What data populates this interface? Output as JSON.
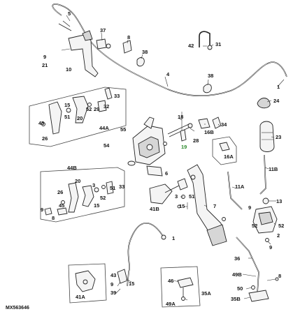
{
  "diagram": {
    "figure_id": "MX563646",
    "callouts": {
      "c1": "1",
      "c2": "2",
      "c3": "3",
      "c4": "4",
      "c5": "5",
      "c6": "6",
      "c7": "7",
      "c8": "8",
      "c9a": "9",
      "c9b": "9",
      "c10": "10",
      "c11b": "11B",
      "c11a": "11A",
      "c13": "13",
      "c15a": "15",
      "c15b": "15",
      "c16a": "16A",
      "c16b": "16B",
      "c18": "18",
      "c19": "19",
      "c20": "20",
      "c21": "21",
      "c23": "23",
      "c24": "24",
      "c26a": "26",
      "c26b": "26",
      "c28": "28",
      "c29": "29",
      "c31": "31",
      "c32": "32",
      "c33a": "33",
      "c33b": "33",
      "c34": "34",
      "c35a": "35A",
      "c35b": "35B",
      "c36": "36",
      "c37": "37",
      "c38a": "38",
      "c38b": "38",
      "c39": "39",
      "c41a": "41A",
      "c41b": "41B",
      "c42": "42",
      "c43": "43",
      "c44a": "44A",
      "c44b": "44B",
      "c45a": "45",
      "c45b": "45",
      "c46": "46",
      "c49a": "49A",
      "c49b": "49B",
      "c50": "50",
      "c51a": "51",
      "c51b": "51",
      "c52a": "52",
      "c52b": "52",
      "c52c": "52",
      "c52d": "52",
      "c54": "54",
      "c55": "55"
    }
  }
}
